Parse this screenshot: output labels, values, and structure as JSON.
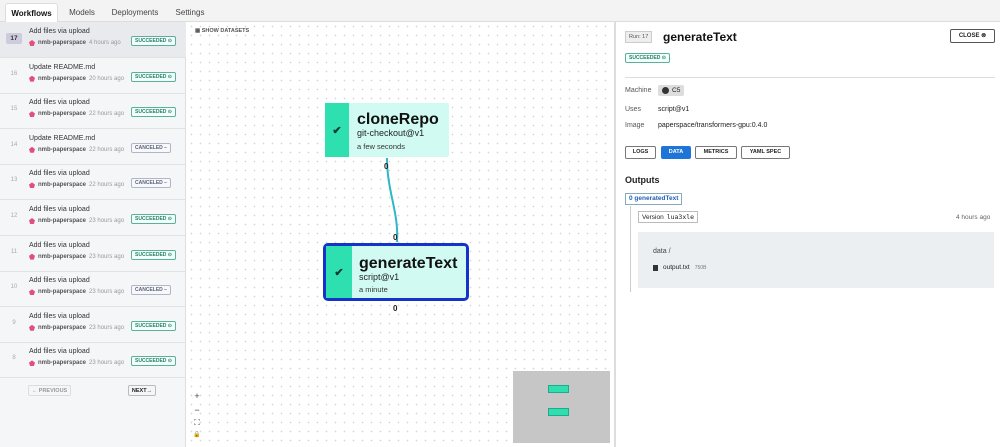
{
  "tabs": [
    "Workflows",
    "Models",
    "Deployments",
    "Settings"
  ],
  "runs": [
    {
      "num": "17",
      "title": "Add files via upload",
      "user": "nmb-paperspace",
      "time": "4 hours ago",
      "status": "SUCCEEDED",
      "status_icon": "⊙"
    },
    {
      "num": "16",
      "title": "Update README.md",
      "user": "nmb-paperspace",
      "time": "20 hours ago",
      "status": "SUCCEEDED",
      "status_icon": "⊙"
    },
    {
      "num": "15",
      "title": "Add files via upload",
      "user": "nmb-paperspace",
      "time": "22 hours ago",
      "status": "SUCCEEDED",
      "status_icon": "⊙"
    },
    {
      "num": "14",
      "title": "Update README.md",
      "user": "nmb-paperspace",
      "time": "22 hours ago",
      "status": "CANCELED",
      "status_icon": "–"
    },
    {
      "num": "13",
      "title": "Add files via upload",
      "user": "nmb-paperspace",
      "time": "22 hours ago",
      "status": "CANCELED",
      "status_icon": "–"
    },
    {
      "num": "12",
      "title": "Add files via upload",
      "user": "nmb-paperspace",
      "time": "23 hours ago",
      "status": "SUCCEEDED",
      "status_icon": "⊙"
    },
    {
      "num": "11",
      "title": "Add files via upload",
      "user": "nmb-paperspace",
      "time": "23 hours ago",
      "status": "SUCCEEDED",
      "status_icon": "⊙"
    },
    {
      "num": "10",
      "title": "Add files via upload",
      "user": "nmb-paperspace",
      "time": "23 hours ago",
      "status": "CANCELED",
      "status_icon": "–"
    },
    {
      "num": "9",
      "title": "Add files via upload",
      "user": "nmb-paperspace",
      "time": "23 hours ago",
      "status": "SUCCEEDED",
      "status_icon": "⊙"
    },
    {
      "num": "8",
      "title": "Add files via upload",
      "user": "nmb-paperspace",
      "time": "23 hours ago",
      "status": "SUCCEEDED",
      "status_icon": "⊙"
    }
  ],
  "pager": {
    "previous": "← PREVIOUS",
    "next": "NEXT→"
  },
  "canvas": {
    "show_datasets": "SHOW DATASETS",
    "nodes": [
      {
        "title": "cloneRepo",
        "sub": "git-checkout@v1",
        "time": "a few seconds",
        "port_out": "0"
      },
      {
        "title": "generateText",
        "sub": "script@v1",
        "time": "a minute",
        "port_in": "0",
        "port_out": "0"
      }
    ],
    "zoom": {
      "plus": "+",
      "minus": "−",
      "fit": "⛶",
      "lock": "🔒"
    }
  },
  "panel": {
    "run_tag": "Run: 17",
    "title": "generateText",
    "close": "CLOSE",
    "status": "SUCCEEDED",
    "machine_label": "Machine",
    "machine_value": "C5",
    "uses_label": "Uses",
    "uses_value": "script@v1",
    "image_label": "Image",
    "image_value": "paperspace/transformers-gpu:0.4.0",
    "tabs": [
      "LOGS",
      "DATA",
      "METRICS",
      "YAML SPEC"
    ],
    "outputs_heading": "Outputs",
    "output_chip": "0  generatedText",
    "version_label": "Version",
    "version_hash": "lua3xle",
    "version_time": "4 hours ago",
    "data_path": "data /",
    "file_name": "output.txt",
    "file_size": "750B"
  },
  "colors": {
    "accent": "#1f74d8",
    "node_fill": "#d1fbf2",
    "node_check": "#2ee0b0",
    "selected_border": "#1433c8",
    "edge": "#2cb8c8"
  }
}
